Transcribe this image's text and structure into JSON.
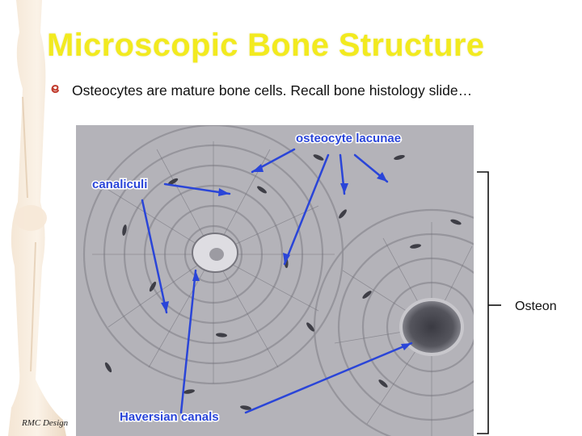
{
  "slide": {
    "title": "Microscopic Bone Structure",
    "body_text": "Osteocytes are mature bone cells.  Recall bone histology slide…",
    "bullet_icon": "spiral-bullet-icon",
    "footer_credit": "RMC Design"
  },
  "figure": {
    "labels": {
      "osteocyte_lacunae": "osteocyte lacunae",
      "canaliculi": "canaliculi",
      "haversian_canals": "Haversian canals"
    },
    "bracket_label": "Osteon",
    "annotation_color": "#2a45d8"
  },
  "colors": {
    "title": "#f2ea1f",
    "annotation": "#2a45d8",
    "background": "#ffffff"
  }
}
